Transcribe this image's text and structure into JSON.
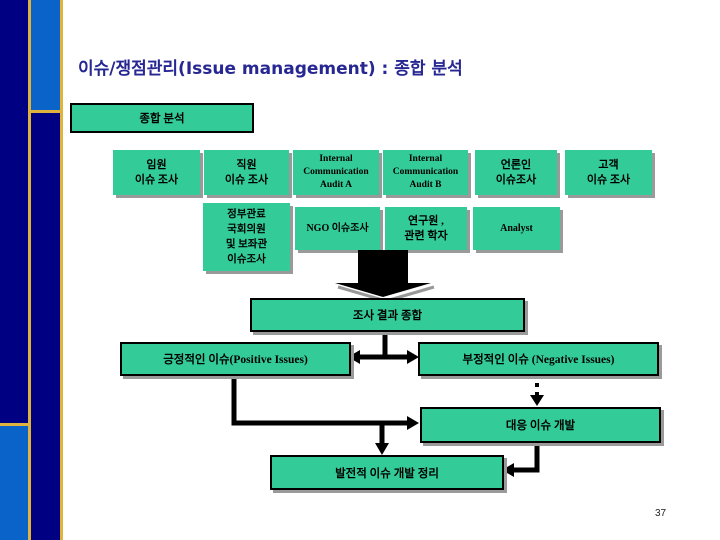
{
  "title": "이슈/쟁점관리(Issue management) : 종합 분석",
  "summary_label": "종합 분석",
  "row1": [
    "임원\n이슈 조사",
    "직원\n이슈 조사",
    "Internal\nCommunication\nAudit A",
    "Internal\nCommunication\nAudit B",
    "언론인\n이슈조사",
    "고객\n이슈 조사"
  ],
  "row2": [
    "정부관료\n국회의원\n및 보좌관\n이슈조사",
    "NGO 이슈조사",
    "연구원 ,\n관련 학자",
    "Analyst"
  ],
  "flow": {
    "results": "조사 결과 종합",
    "positive": "긍정적인 이슈(Positive Issues)",
    "negative": "부정적인 이슈 (Negative Issues)",
    "response": "대응 이슈 개발",
    "final": "발전적 이슈 개발 정리"
  },
  "page_number": "37",
  "colors": {
    "teal": "#33CC99",
    "navy": "#000082",
    "blue": "#0A63C8",
    "gold": "#DFB33C",
    "title": "#272793",
    "shadow": "#9a9a9a"
  }
}
